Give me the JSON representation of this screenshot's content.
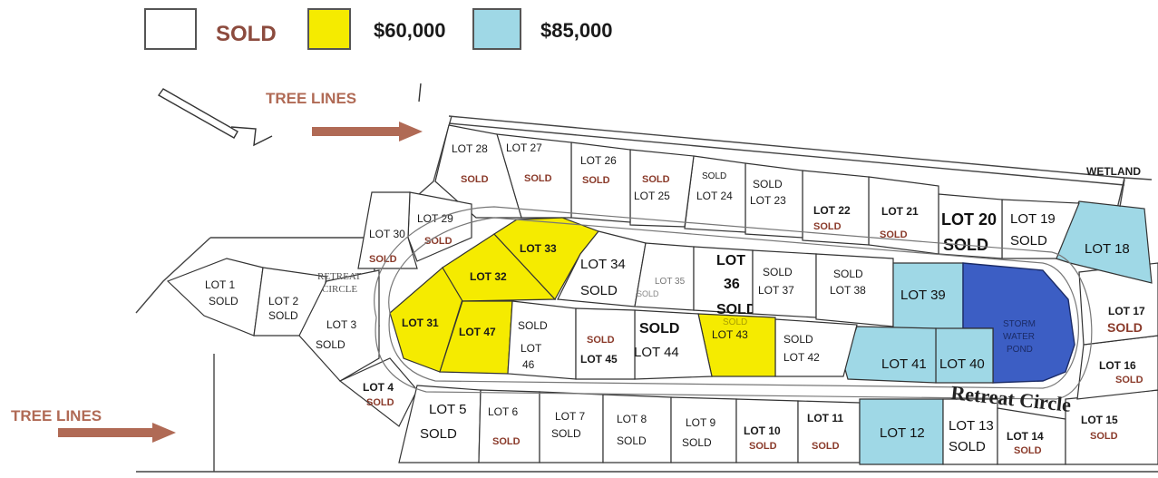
{
  "legend": {
    "sold_label": "SOLD",
    "price_yellow": "$60,000",
    "price_blue": "$85,000",
    "colors": {
      "sold": "#ffffff",
      "yellow": "#f5eb00",
      "blue": "#9fd8e6"
    }
  },
  "tree_lines_top": "TREE LINES",
  "tree_lines_bottom": "TREE LINES",
  "wetland": "WETLAND",
  "street_name": "Retreat Circle",
  "street_name_small_1": "RETREAT",
  "street_name_small_2": "CIRCLE",
  "pond": {
    "l1": "STORM",
    "l2": "WATER",
    "l3": "POND"
  },
  "lots": {
    "l1": {
      "name": "LOT 1",
      "status": "SOLD"
    },
    "l2": {
      "name": "LOT 2",
      "status": "SOLD"
    },
    "l3": {
      "name": "LOT 3",
      "status": "SOLD"
    },
    "l4": {
      "name": "LOT 4",
      "status": "SOLD"
    },
    "l5": {
      "name": "LOT 5",
      "status": "SOLD"
    },
    "l6": {
      "name": "LOT 6",
      "status": "SOLD"
    },
    "l7": {
      "name": "LOT 7",
      "status": "SOLD"
    },
    "l8": {
      "name": "LOT 8",
      "status": "SOLD"
    },
    "l9": {
      "name": "LOT 9",
      "status": "SOLD"
    },
    "l10": {
      "name": "LOT 10",
      "status": "SOLD"
    },
    "l11": {
      "name": "LOT 11",
      "status": "SOLD"
    },
    "l12": {
      "name": "LOT 12"
    },
    "l13": {
      "name": "LOT 13",
      "status": "SOLD"
    },
    "l14": {
      "name": "LOT 14",
      "status": "SOLD"
    },
    "l15": {
      "name": "LOT 15",
      "status": "SOLD"
    },
    "l16": {
      "name": "LOT 16",
      "status": "SOLD"
    },
    "l17": {
      "name": "LOT 17",
      "status": "SOLD"
    },
    "l18": {
      "name": "LOT 18"
    },
    "l19": {
      "name": "LOT 19",
      "status": "SOLD"
    },
    "l20": {
      "name": "LOT 20",
      "status": "SOLD"
    },
    "l21": {
      "name": "LOT 21",
      "status": "SOLD"
    },
    "l22": {
      "name": "LOT 22",
      "status": "SOLD"
    },
    "l23": {
      "name": "LOT 23",
      "status": "SOLD"
    },
    "l24": {
      "name": "LOT 24",
      "status": "SOLD"
    },
    "l25": {
      "name": "LOT 25",
      "status": "SOLD"
    },
    "l26": {
      "name": "LOT 26",
      "status": "SOLD"
    },
    "l27": {
      "name": "LOT 27",
      "status": "SOLD"
    },
    "l28": {
      "name": "LOT 28",
      "status": "SOLD"
    },
    "l29": {
      "name": "LOT 29",
      "status": "SOLD"
    },
    "l30": {
      "name": "LOT 30",
      "status": "SOLD"
    },
    "l31": {
      "name": "LOT 31"
    },
    "l32": {
      "name": "LOT 32"
    },
    "l33": {
      "name": "LOT 33"
    },
    "l34": {
      "name": "LOT 34",
      "status": "SOLD"
    },
    "l35": {
      "name": "LOT 35",
      "status": "SOLD"
    },
    "l36": {
      "name1": "LOT",
      "name2": "36",
      "status": "SOLD"
    },
    "l37": {
      "name": "LOT 37",
      "status": "SOLD"
    },
    "l38": {
      "name": "LOT 38",
      "status": "SOLD"
    },
    "l39": {
      "name": "LOT 39"
    },
    "l40": {
      "name": "LOT 40"
    },
    "l41": {
      "name": "LOT 41"
    },
    "l42": {
      "name": "LOT 42",
      "status": "SOLD"
    },
    "l43": {
      "name": "LOT 43",
      "status": "SOLD"
    },
    "l44": {
      "name": "LOT 44",
      "status": "SOLD"
    },
    "l45": {
      "name": "LOT 45",
      "status": "SOLD"
    },
    "l46": {
      "name1": "LOT",
      "name2": "46",
      "status": "SOLD"
    },
    "l47": {
      "name": "LOT 47"
    }
  }
}
